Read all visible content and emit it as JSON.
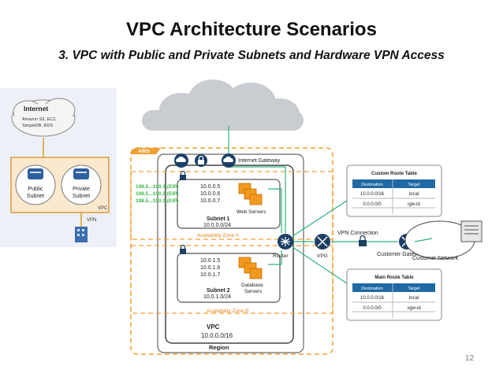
{
  "slide": {
    "title": "VPC Architecture Scenarios",
    "subtitle": "3. VPC with Public and Private Subnets and Hardware VPN Access",
    "page_number": "12"
  },
  "thumb": {
    "internet": "Internet",
    "internet_desc1": "Amazon S3, EC2,",
    "internet_desc2": "SimpleDB, RDS",
    "public_subnet": [
      "Public",
      "Subnet"
    ],
    "private_subnet": [
      "Private",
      "Subnet"
    ],
    "vpc": "VPC",
    "vpn": "VPN"
  },
  "diagram": {
    "aws_tag": "AWS",
    "internet_gateway": "Internet Gateway",
    "eips": [
      "198.5...100.1 (EIP)",
      "198.5...100.2 (EIP)",
      "198.5...100.3 (EIP)"
    ],
    "web_ips": [
      "10.0.0.5",
      "10.0.0.6",
      "10.0.0.7"
    ],
    "web_servers": "Web Servers",
    "subnet1_name": "Subnet 1",
    "subnet1_cidr": "10.0.0.0/24",
    "zone_a": "Availability Zone A",
    "db_ips": [
      "10.0.1.5",
      "10.0.1.6",
      "10.0.1.7"
    ],
    "db_servers1": "Database",
    "db_servers2": "Servers",
    "subnet2_name": "Subnet 2",
    "subnet2_cidr": "10.0.1.0/24",
    "zone_b": "Availability Zone B",
    "vpc_label": "VPC",
    "vpc_cidr": "10.0.0.0/16",
    "region": "Region",
    "router": "Router",
    "vpg": "VPG",
    "vpn_connection": "VPN Connection",
    "customer_gateway": "Customer Gateway",
    "customer_network": "Customer Network"
  },
  "custom_route_table": {
    "title": "Custom Route Table",
    "headers": [
      "Destination",
      "Target"
    ],
    "rows": [
      [
        "10.0.0.0/16",
        "local"
      ],
      [
        "0.0.0.0/0",
        "igw-id"
      ]
    ]
  },
  "main_route_table": {
    "title": "Main Route Table",
    "headers": [
      "Destination",
      "Target"
    ],
    "rows": [
      [
        "10.0.0.0/16",
        "local"
      ],
      [
        "0.0.0.0/0",
        "vgw-id"
      ]
    ]
  },
  "colors": {
    "eip_green": "#3cb54a",
    "server_orange": "#f29a1c",
    "route_blue": "#1f6aa5",
    "cloud_gray": "#c9ccd1",
    "zone_orange": "#f0a030"
  }
}
